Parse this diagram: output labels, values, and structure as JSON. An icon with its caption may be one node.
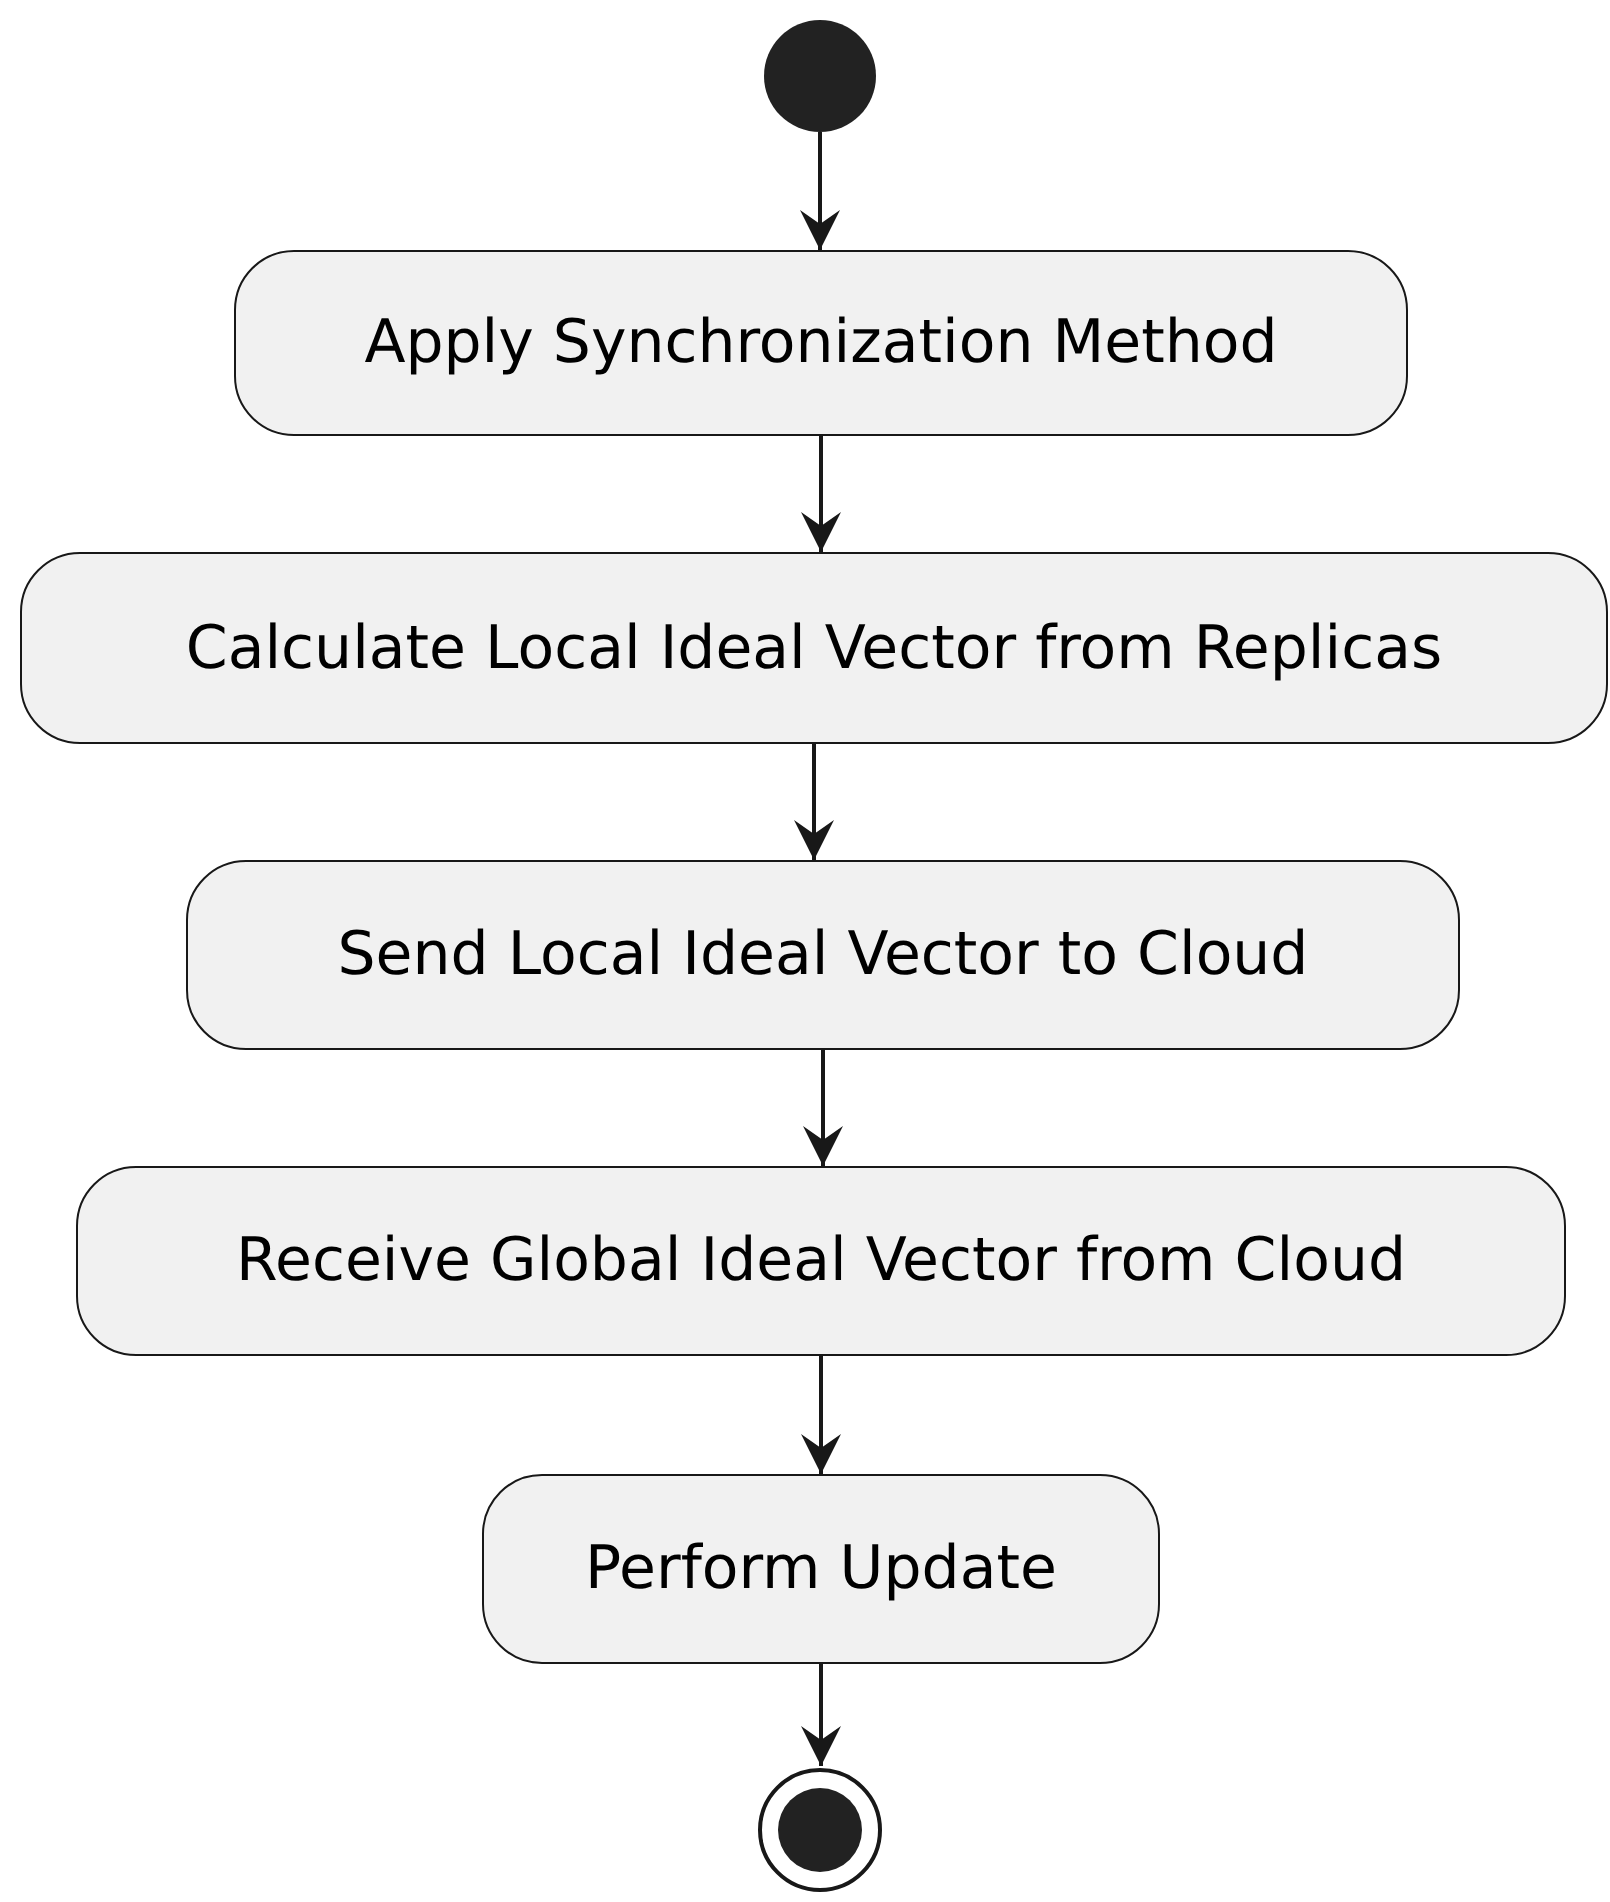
{
  "diagram": {
    "nodes": [
      {
        "text": [],
        "shape": "circle"
      },
      {
        "text": [
          "Apply Synchronization Method"
        ]
      },
      {
        "text": [
          "Calculate Local Ideal Vector from Replicas"
        ]
      },
      {
        "text": [
          "Send Local Ideal Vector to Cloud"
        ]
      },
      {
        "text": [
          "Receive Global Ideal Vector from Cloud"
        ]
      },
      {
        "text": [
          "Perform Update"
        ]
      },
      {
        "text": [],
        "shape": "circle"
      }
    ],
    "edges": [
      {
        "from": 0,
        "to": 1,
        "arrow": "to"
      },
      {
        "from": 1,
        "to": 2,
        "arrow": "to"
      },
      {
        "from": 2,
        "to": 3,
        "arrow": "to"
      },
      {
        "from": 3,
        "to": 4,
        "arrow": "to"
      },
      {
        "from": 4,
        "to": 5,
        "arrow": "to"
      },
      {
        "from": 5,
        "to": 6,
        "arrow": "to"
      }
    ]
  }
}
